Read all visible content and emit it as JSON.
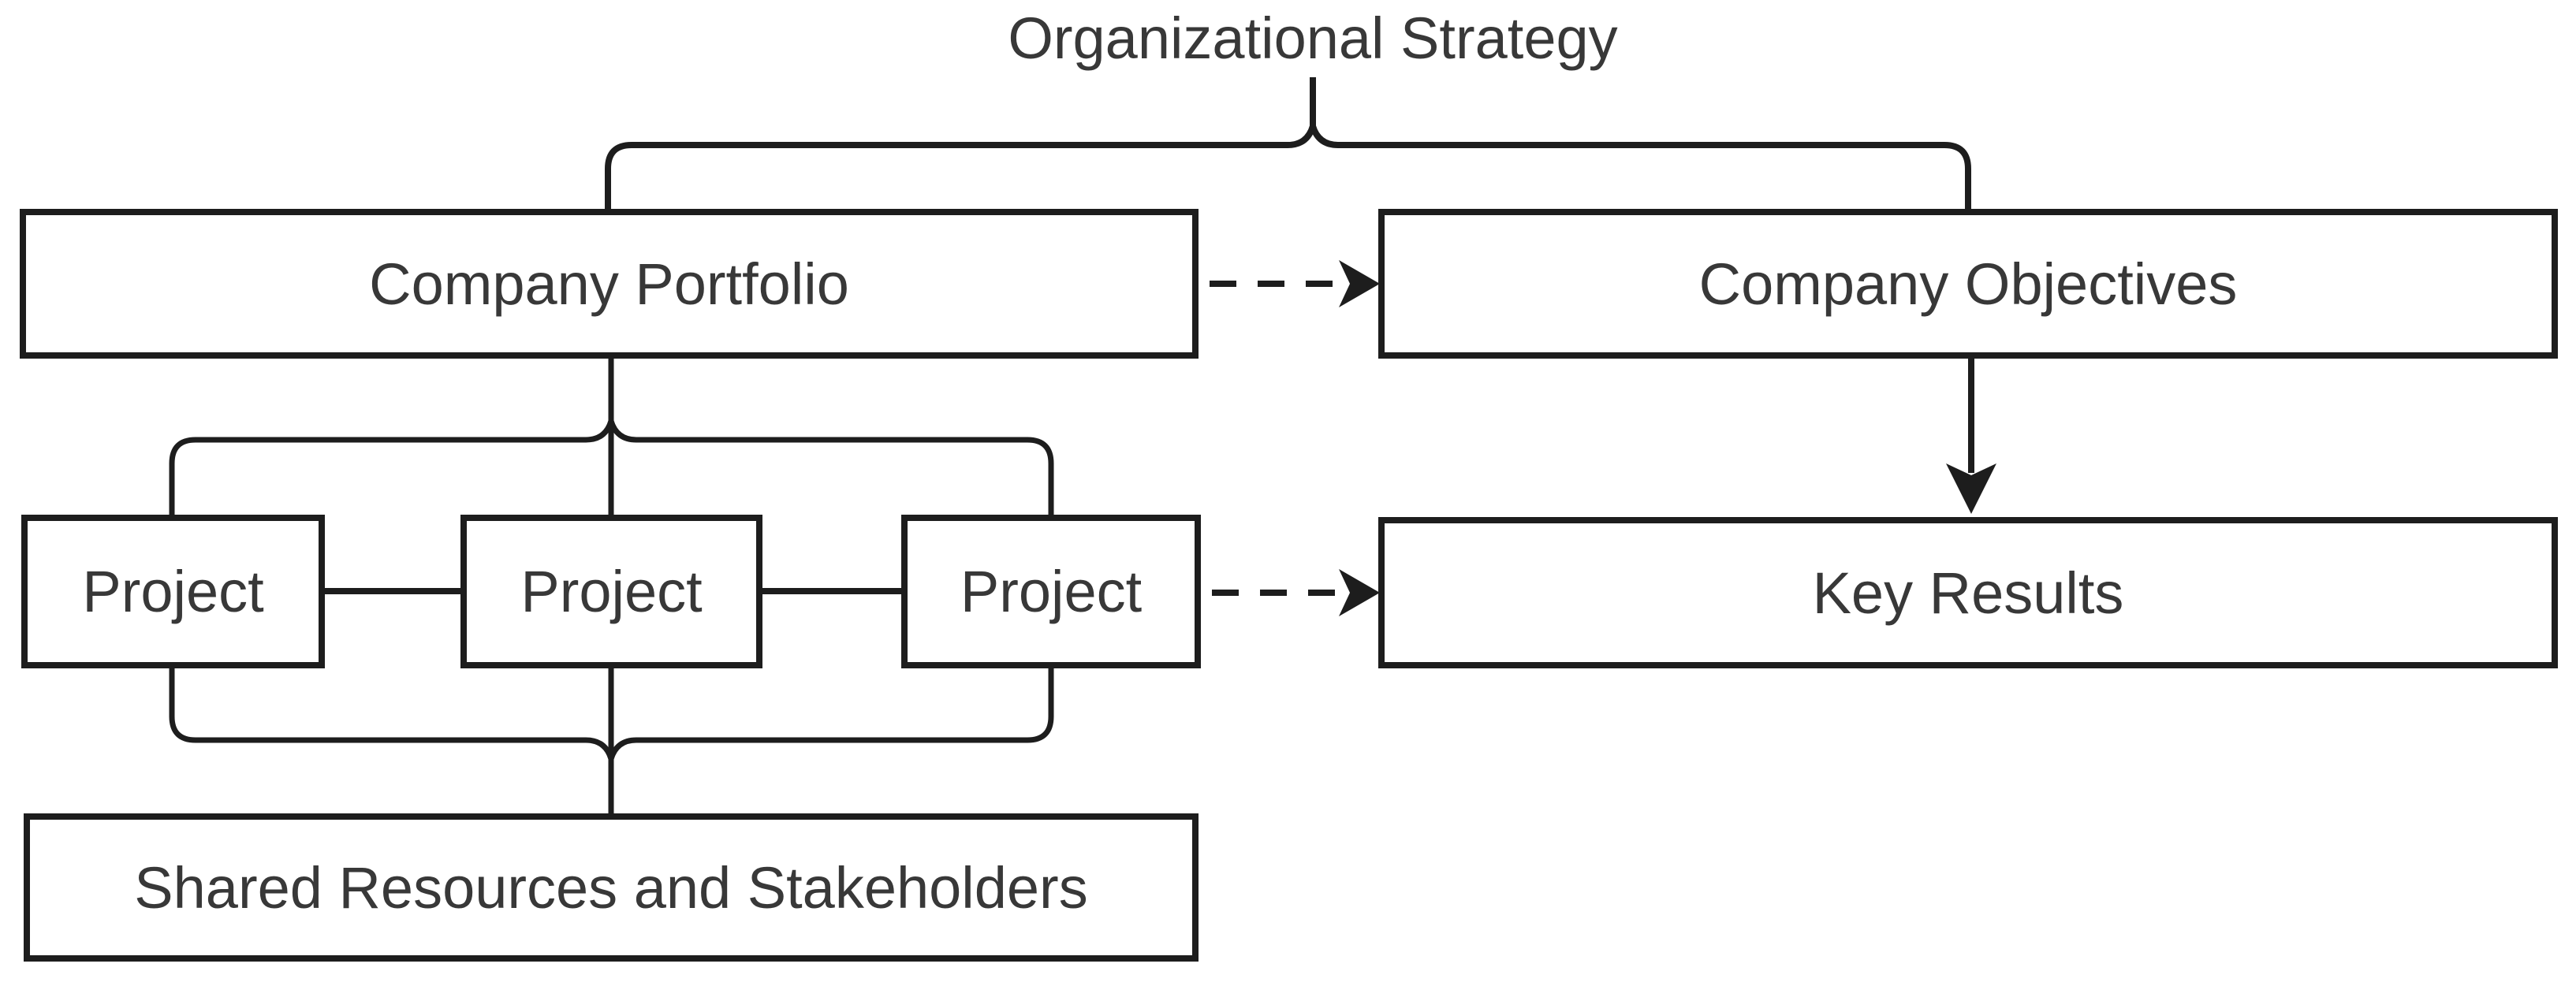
{
  "diagram": {
    "title": "Organizational Strategy",
    "nodes": {
      "company_portfolio": {
        "label": "Company Portfolio"
      },
      "company_objectives": {
        "label": "Company Objectives"
      },
      "project_1": {
        "label": "Project"
      },
      "project_2": {
        "label": "Project"
      },
      "project_3": {
        "label": "Project"
      },
      "key_results": {
        "label": "Key Results"
      },
      "shared_resources": {
        "label": "Shared Resources and Stakeholders"
      }
    },
    "edges": [
      {
        "from": "Organizational Strategy",
        "to": [
          "Company Portfolio",
          "Company Objectives"
        ],
        "style": "brace"
      },
      {
        "from": "Company Portfolio",
        "to": "Company Objectives",
        "style": "dashed-arrow"
      },
      {
        "from": "Company Portfolio",
        "to": [
          "Project",
          "Project",
          "Project"
        ],
        "style": "brace"
      },
      {
        "from": "Project 1",
        "to": "Project 2",
        "style": "line"
      },
      {
        "from": "Project 2",
        "to": "Project 3",
        "style": "line"
      },
      {
        "from": "Project 3",
        "to": "Key Results",
        "style": "dashed-arrow"
      },
      {
        "from": "Company Objectives",
        "to": "Key Results",
        "style": "solid-arrow"
      },
      {
        "from": [
          "Project",
          "Project",
          "Project"
        ],
        "to": "Shared Resources and Stakeholders",
        "style": "brace"
      }
    ],
    "colors": {
      "stroke": "#1d1d1d",
      "text": "#383838",
      "background": "#ffffff",
      "node_fill": "#ffffff"
    }
  }
}
